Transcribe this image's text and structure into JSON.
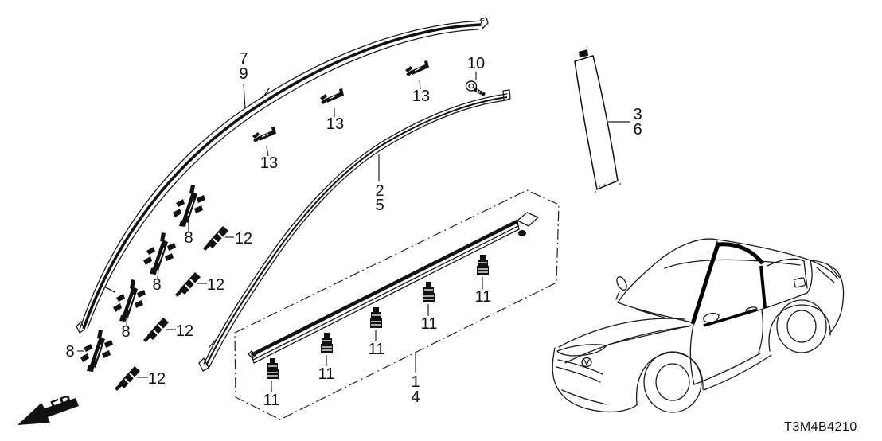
{
  "footer": {
    "part_code": "T3M4B4210",
    "front_marker": "FR."
  },
  "callouts": {
    "roof_molding": [
      "7",
      "9"
    ],
    "roofside_molding": [
      "2",
      "5"
    ],
    "pillar_garnish": [
      "3",
      "6"
    ],
    "door_molding": [
      "1",
      "4"
    ],
    "screw": "10",
    "clip_roof": "13",
    "clip_a": "8",
    "clip_b": "12",
    "clip_door": "11"
  }
}
